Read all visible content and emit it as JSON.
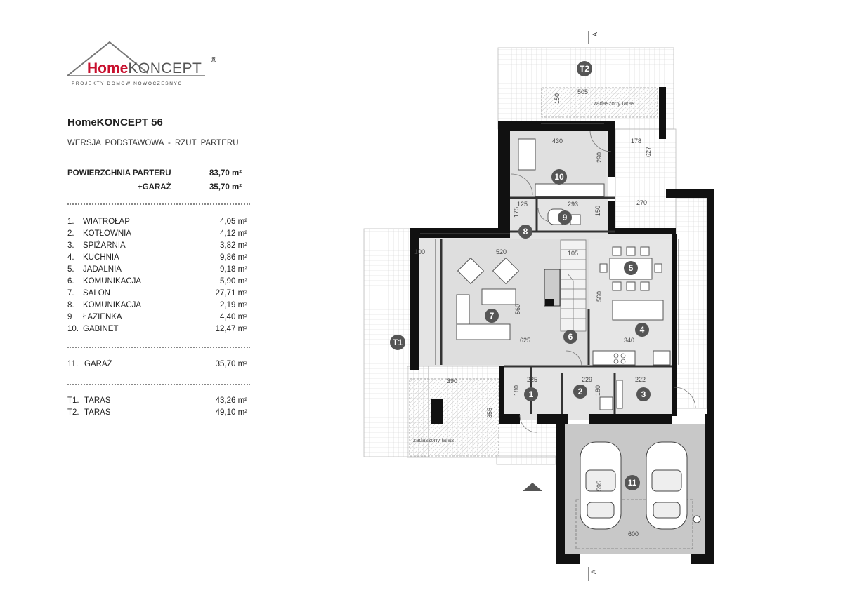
{
  "logo": {
    "brand_home": "Home",
    "brand_koncept": "KONCEPT",
    "registered": "®",
    "tagline": "PROJEKTY DOMÓW NOWOCZESNYCH"
  },
  "project": {
    "title": "HomeKONCEPT 56",
    "subtitle": "WERSJA  PODSTAWOWA  -   RZUT PARTERU"
  },
  "summary": {
    "floor_label": "POWIERZCHNIA PARTERU",
    "floor_area": "83,70 m²",
    "garage_label": "+GARAŻ",
    "garage_area": "35,70 m²"
  },
  "rooms": [
    {
      "num": "1.",
      "name": "WIATROŁAP",
      "area": "4,05 m²"
    },
    {
      "num": "2.",
      "name": "KOTŁOWNIA",
      "area": "4,12 m²"
    },
    {
      "num": "3.",
      "name": "SPIŻARNIA",
      "area": "3,82 m²"
    },
    {
      "num": "4.",
      "name": "KUCHNIA",
      "area": "9,86 m²"
    },
    {
      "num": "5.",
      "name": "JADALNIA",
      "area": "9,18 m²"
    },
    {
      "num": "6.",
      "name": "KOMUNIKACJA",
      "area": "5,90 m²"
    },
    {
      "num": "7.",
      "name": "SALON",
      "area": "27,71 m²"
    },
    {
      "num": "8.",
      "name": "KOMUNIKACJA",
      "area": "2,19 m²"
    },
    {
      "num": "9",
      "name": "ŁAZIENKA",
      "area": "4,40 m²"
    },
    {
      "num": "10.",
      "name": "GABINET",
      "area": "12,47 m²"
    }
  ],
  "garage": {
    "num": "11.",
    "name": "GARAŻ",
    "area": "35,70 m²"
  },
  "terraces": [
    {
      "num": "T1.",
      "name": "TARAS",
      "area": "43,26 m²"
    },
    {
      "num": "T2.",
      "name": "TARAS",
      "area": "49,10 m²"
    }
  ],
  "plan": {
    "section_mark": "A",
    "covered_terrace": "zadaszony taras",
    "badges": [
      "1",
      "2",
      "3",
      "4",
      "5",
      "6",
      "7",
      "8",
      "9",
      "10",
      "11",
      "T1",
      "T2"
    ],
    "dimensions": {
      "d505": "505",
      "d150a": "150",
      "d430": "430",
      "d178": "178",
      "d627": "627",
      "d290": "290",
      "d125": "125",
      "d293": "293",
      "d270": "270",
      "d175": "175",
      "d150b": "150",
      "d100": "100",
      "d520": "520",
      "d105": "105",
      "d560a": "560",
      "d560b": "560",
      "d625": "625",
      "d340": "340",
      "d390": "390",
      "d225": "225",
      "d229": "229",
      "d222": "222",
      "d180a": "180",
      "d180b": "180",
      "d355": "355",
      "d595": "595",
      "d600": "600"
    }
  }
}
